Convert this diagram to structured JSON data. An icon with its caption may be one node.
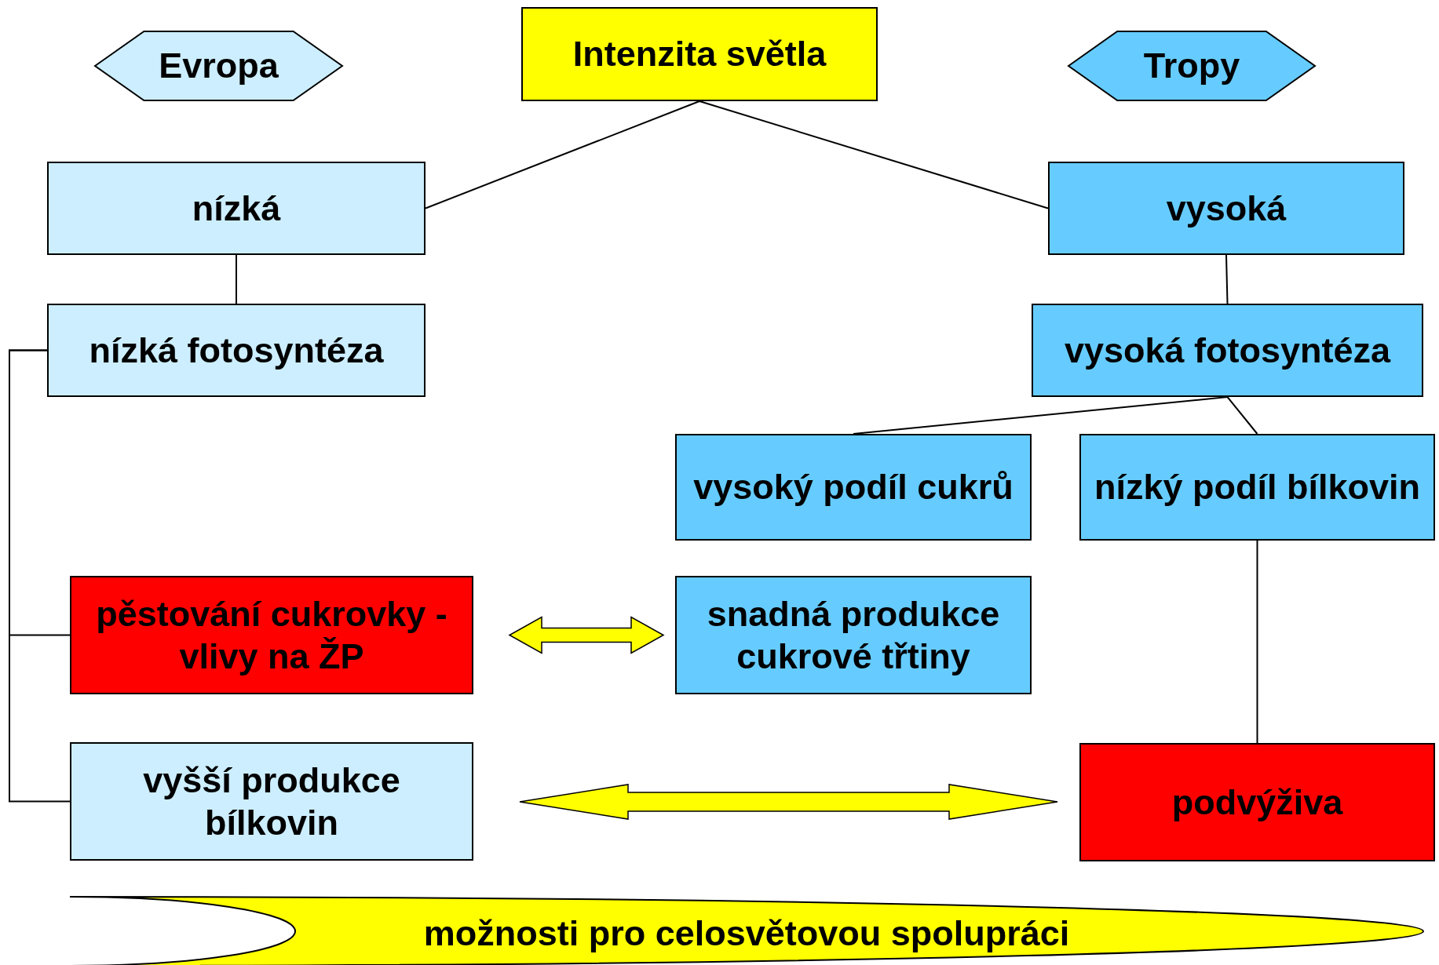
{
  "diagram": {
    "nodes": [
      {
        "text": [
          "Evropa"
        ]
      },
      {
        "text": [
          "Intenzita světla"
        ]
      },
      {
        "text": [
          "Tropy"
        ]
      },
      {
        "text": [
          "nízká"
        ]
      },
      {
        "text": [
          "vysoká"
        ]
      },
      {
        "text": [
          "nízká fotosyntéza"
        ]
      },
      {
        "text": [
          "vysoká fotosyntéza"
        ]
      },
      {
        "text": [
          "vysoký podíl cukrů"
        ]
      },
      {
        "text": [
          "nízký podíl bílkovin"
        ]
      },
      {
        "text": [
          "pěstování cukrovky - vlivy na ŽP"
        ]
      },
      {
        "text": [
          "snadná produkce cukrové třtiny"
        ]
      },
      {
        "text": [
          "vyšší produkce bílkovin"
        ]
      },
      {
        "text": [
          "podvýživa"
        ]
      },
      {
        "text": [
          "možnosti pro celosvětovou spolupráci"
        ]
      }
    ],
    "edges": [
      {
        "from": 1,
        "to": 3,
        "arrow": "none"
      },
      {
        "from": 1,
        "to": 4,
        "arrow": "none"
      },
      {
        "from": 3,
        "to": 5,
        "arrow": "none"
      },
      {
        "from": 4,
        "to": 6,
        "arrow": "none"
      },
      {
        "from": 6,
        "to": 7,
        "arrow": "none"
      },
      {
        "from": 6,
        "to": 8,
        "arrow": "none"
      },
      {
        "from": 5,
        "to": 9,
        "arrow": "none"
      },
      {
        "from": 5,
        "to": 11,
        "arrow": "none"
      },
      {
        "from": 8,
        "to": 12,
        "arrow": "none"
      },
      {
        "from": 9,
        "to": 10,
        "arrow": "both",
        "style": "thick",
        "color": "#ffff00"
      },
      {
        "from": 11,
        "to": 12,
        "arrow": "both",
        "style": "thick",
        "color": "#ffff00"
      }
    ]
  }
}
